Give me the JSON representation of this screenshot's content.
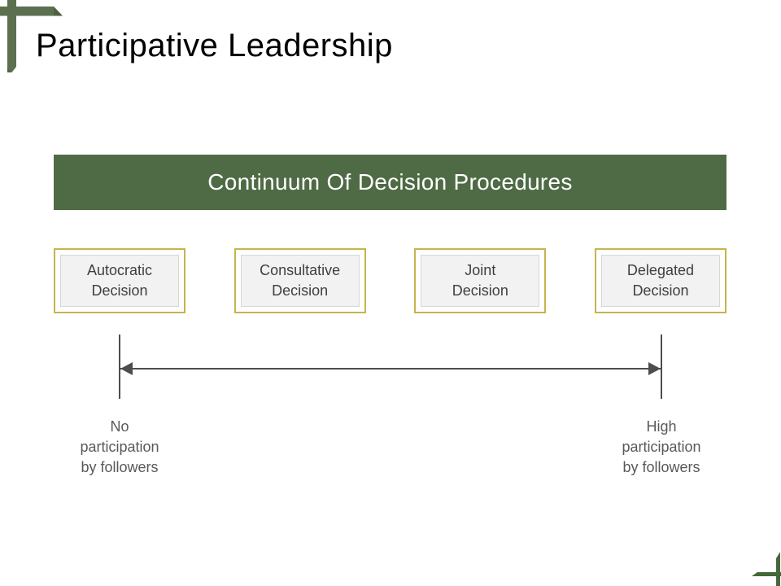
{
  "slide": {
    "title": "Participative Leadership",
    "banner": {
      "text": "Continuum Of Decision Procedures",
      "bg_color": "#4F6B45",
      "text_color": "#FFFFFF"
    },
    "boxes": [
      {
        "label": "Autocratic\nDecision"
      },
      {
        "label": "Consultative\nDecision"
      },
      {
        "label": "Joint\nDecision"
      },
      {
        "label": "Delegated\nDecision"
      }
    ],
    "continuum_axis": {
      "left_label": "No\nparticipation\nby followers",
      "right_label": "High\nparticipation\nby followers",
      "line_color": "#4D4D4D"
    },
    "decorations": {
      "top_left_cross_color": "#5C7050",
      "top_left_cross_shade_color": "#4E6243",
      "bottom_right_cross_color": "#43683A",
      "box_border_color": "#C5B44E",
      "box_fill_color": "#F2F2F2"
    }
  }
}
